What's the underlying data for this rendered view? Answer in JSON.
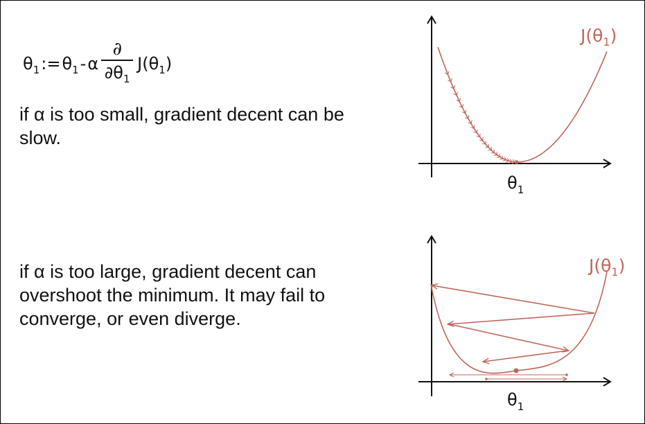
{
  "formula": {
    "lhs": "θ",
    "lhs_sub": "1",
    "assign": ":=",
    "term1": "θ",
    "term1_sub": "1",
    "minus": "-",
    "alpha": "α",
    "frac_num": "∂",
    "frac_den": "∂θ",
    "frac_den_sub": "1",
    "func": "J(θ",
    "func_sub": "1",
    "func_close": ")"
  },
  "text": {
    "small_alpha": "if α is too small, gradient decent can be slow.",
    "large_alpha": "if α is too large, gradient decent can overshoot the minimum. It may fail to converge, or even diverge."
  },
  "plots": [
    {
      "curve_label": "J(θ",
      "curve_label_sub": "1",
      "curve_label_close": ")",
      "x_label": "θ",
      "x_label_sub": "1"
    },
    {
      "curve_label": "J(θ",
      "curve_label_sub": "1",
      "curve_label_close": ")",
      "x_label": "θ",
      "x_label_sub": "1"
    }
  ],
  "colors": {
    "curve": "#c0665a",
    "axis": "#111111",
    "text": "#111111"
  }
}
